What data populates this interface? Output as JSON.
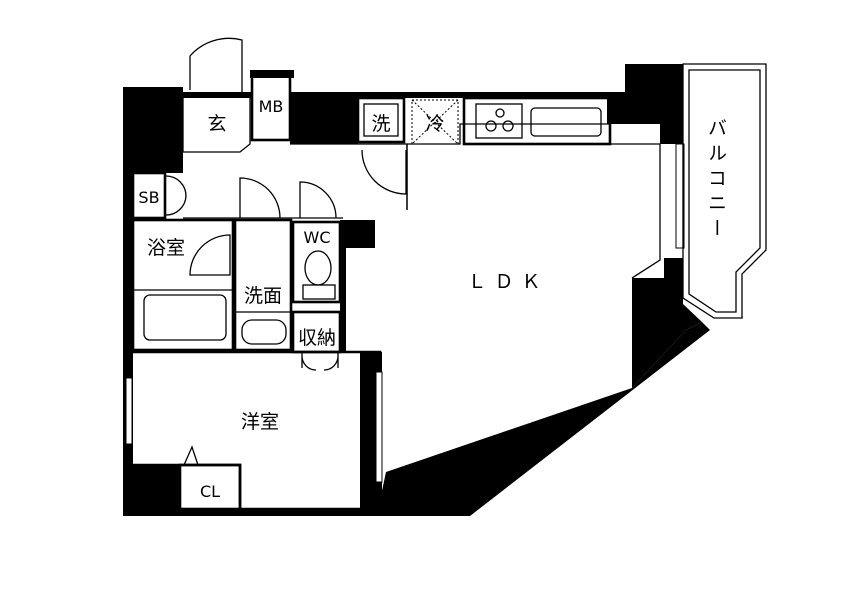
{
  "rooms": {
    "genkan": "玄",
    "meter_box": "MB",
    "washer": "洗",
    "fridge": "冷",
    "shoe_box": "SB",
    "bath": "浴室",
    "toilet": "WC",
    "washroom": "洗面",
    "storage": "収納",
    "ldk": "ＬＤＫ",
    "western_room": "洋室",
    "closet": "CL",
    "balcony": "バルコニー"
  },
  "colors": {
    "wall": "#000000",
    "background": "#ffffff"
  }
}
